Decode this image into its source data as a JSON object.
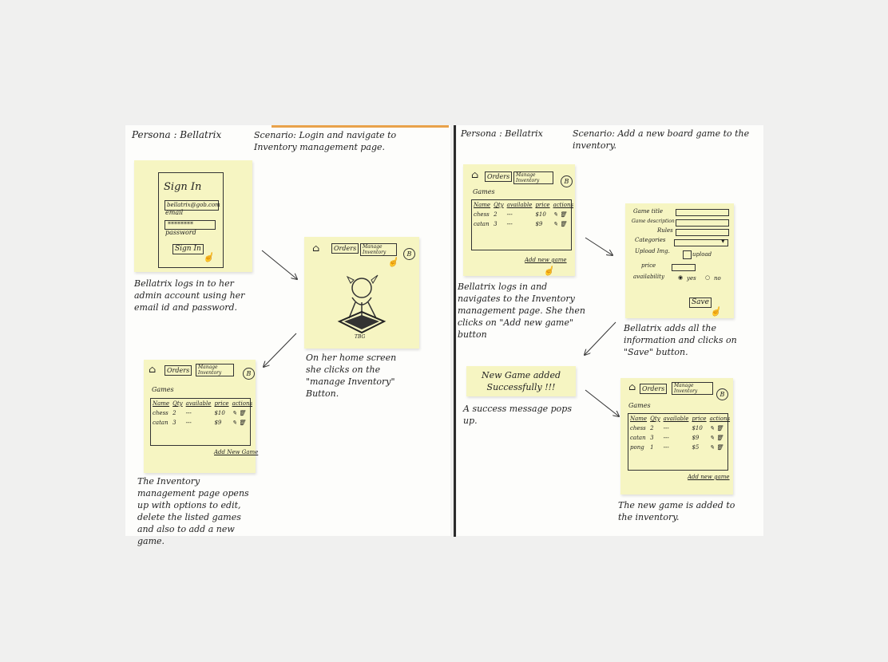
{
  "left": {
    "persona": "Persona : Bellatrix",
    "scenario": "Scenario: Login and navigate to Inventory management page.",
    "signin": {
      "title": "Sign In",
      "email_value": "bellatrix@gob.com",
      "email_label": "email",
      "password_value": "********",
      "password_label": "password",
      "button": "Sign In"
    },
    "caption1": "Bellatrix logs in to her admin account using her email id and password.",
    "home": {
      "home_icon": "home-icon",
      "orders": "Orders",
      "manage": "Manage Inventory",
      "avatar": "B",
      "logo_text": "TBG"
    },
    "caption2": "On her home screen she clicks on the \"manage Inventory\" Button.",
    "inventory": {
      "heading": "Games",
      "columns": [
        "Name",
        "Qty",
        "available",
        "price",
        "actions"
      ],
      "rows": [
        {
          "name": "chess",
          "qty": "2",
          "available": "---",
          "price": "$10"
        },
        {
          "name": "catan",
          "qty": "3",
          "available": "---",
          "price": "$9"
        }
      ],
      "add_link": "Add New Game"
    },
    "caption3": "The Inventory management page opens up with options to edit, delete the listed games and also to add a new game."
  },
  "right": {
    "persona": "Persona : Bellatrix",
    "scenario": "Scenario: Add a new board game to the inventory.",
    "inventory": {
      "orders": "Orders",
      "manage": "Manage Inventory",
      "avatar": "B",
      "heading": "Games",
      "columns": [
        "Name",
        "Qty",
        "available",
        "price",
        "actions"
      ],
      "rows": [
        {
          "name": "chess",
          "qty": "2",
          "available": "---",
          "price": "$10"
        },
        {
          "name": "catan",
          "qty": "3",
          "available": "---",
          "price": "$9"
        }
      ],
      "add_link": "Add new game"
    },
    "caption1": "Bellatrix logs in and navigates to the Inventory management page. She then clicks on \"Add new game\" button",
    "form": {
      "game_title": "Game title",
      "game_description": "Game description",
      "rules": "Rules",
      "categories": "Categories",
      "upload_img": "Upload Img.",
      "upload": "upload",
      "price": "price",
      "availability": "availability",
      "yes": "yes",
      "no": "no",
      "save": "Save"
    },
    "caption2": "Bellatrix adds all the information and clicks on \"Save\" button.",
    "success": "New Game added Successfully !!!",
    "caption3": "A success message pops up.",
    "inventory2": {
      "orders": "Orders",
      "manage": "Manage Inventory",
      "avatar": "B",
      "heading": "Games",
      "columns": [
        "Name",
        "Qty",
        "available",
        "price",
        "actions"
      ],
      "rows": [
        {
          "name": "chess",
          "qty": "2",
          "available": "---",
          "price": "$10"
        },
        {
          "name": "catan",
          "qty": "3",
          "available": "---",
          "price": "$9"
        },
        {
          "name": "pong",
          "qty": "1",
          "available": "---",
          "price": "$5"
        }
      ],
      "add_link": "Add new game"
    },
    "caption4": "The new game is added to the inventory."
  }
}
